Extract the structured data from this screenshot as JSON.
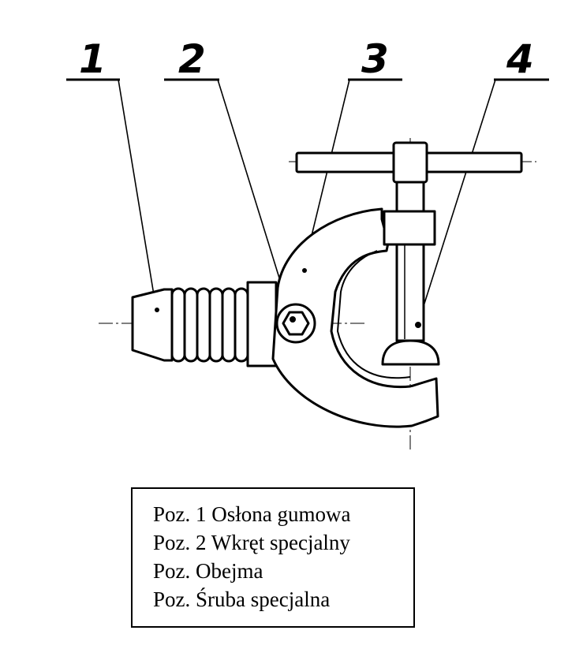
{
  "callouts": [
    {
      "number": "1"
    },
    {
      "number": "2"
    },
    {
      "number": "3"
    },
    {
      "number": "4"
    }
  ],
  "legend": {
    "lines": [
      "Poz. 1 Osłona gumowa",
      "Poz. 2 Wkręt specjalny",
      "Poz. Obejma",
      "Poz. Śruba specjalna"
    ]
  }
}
